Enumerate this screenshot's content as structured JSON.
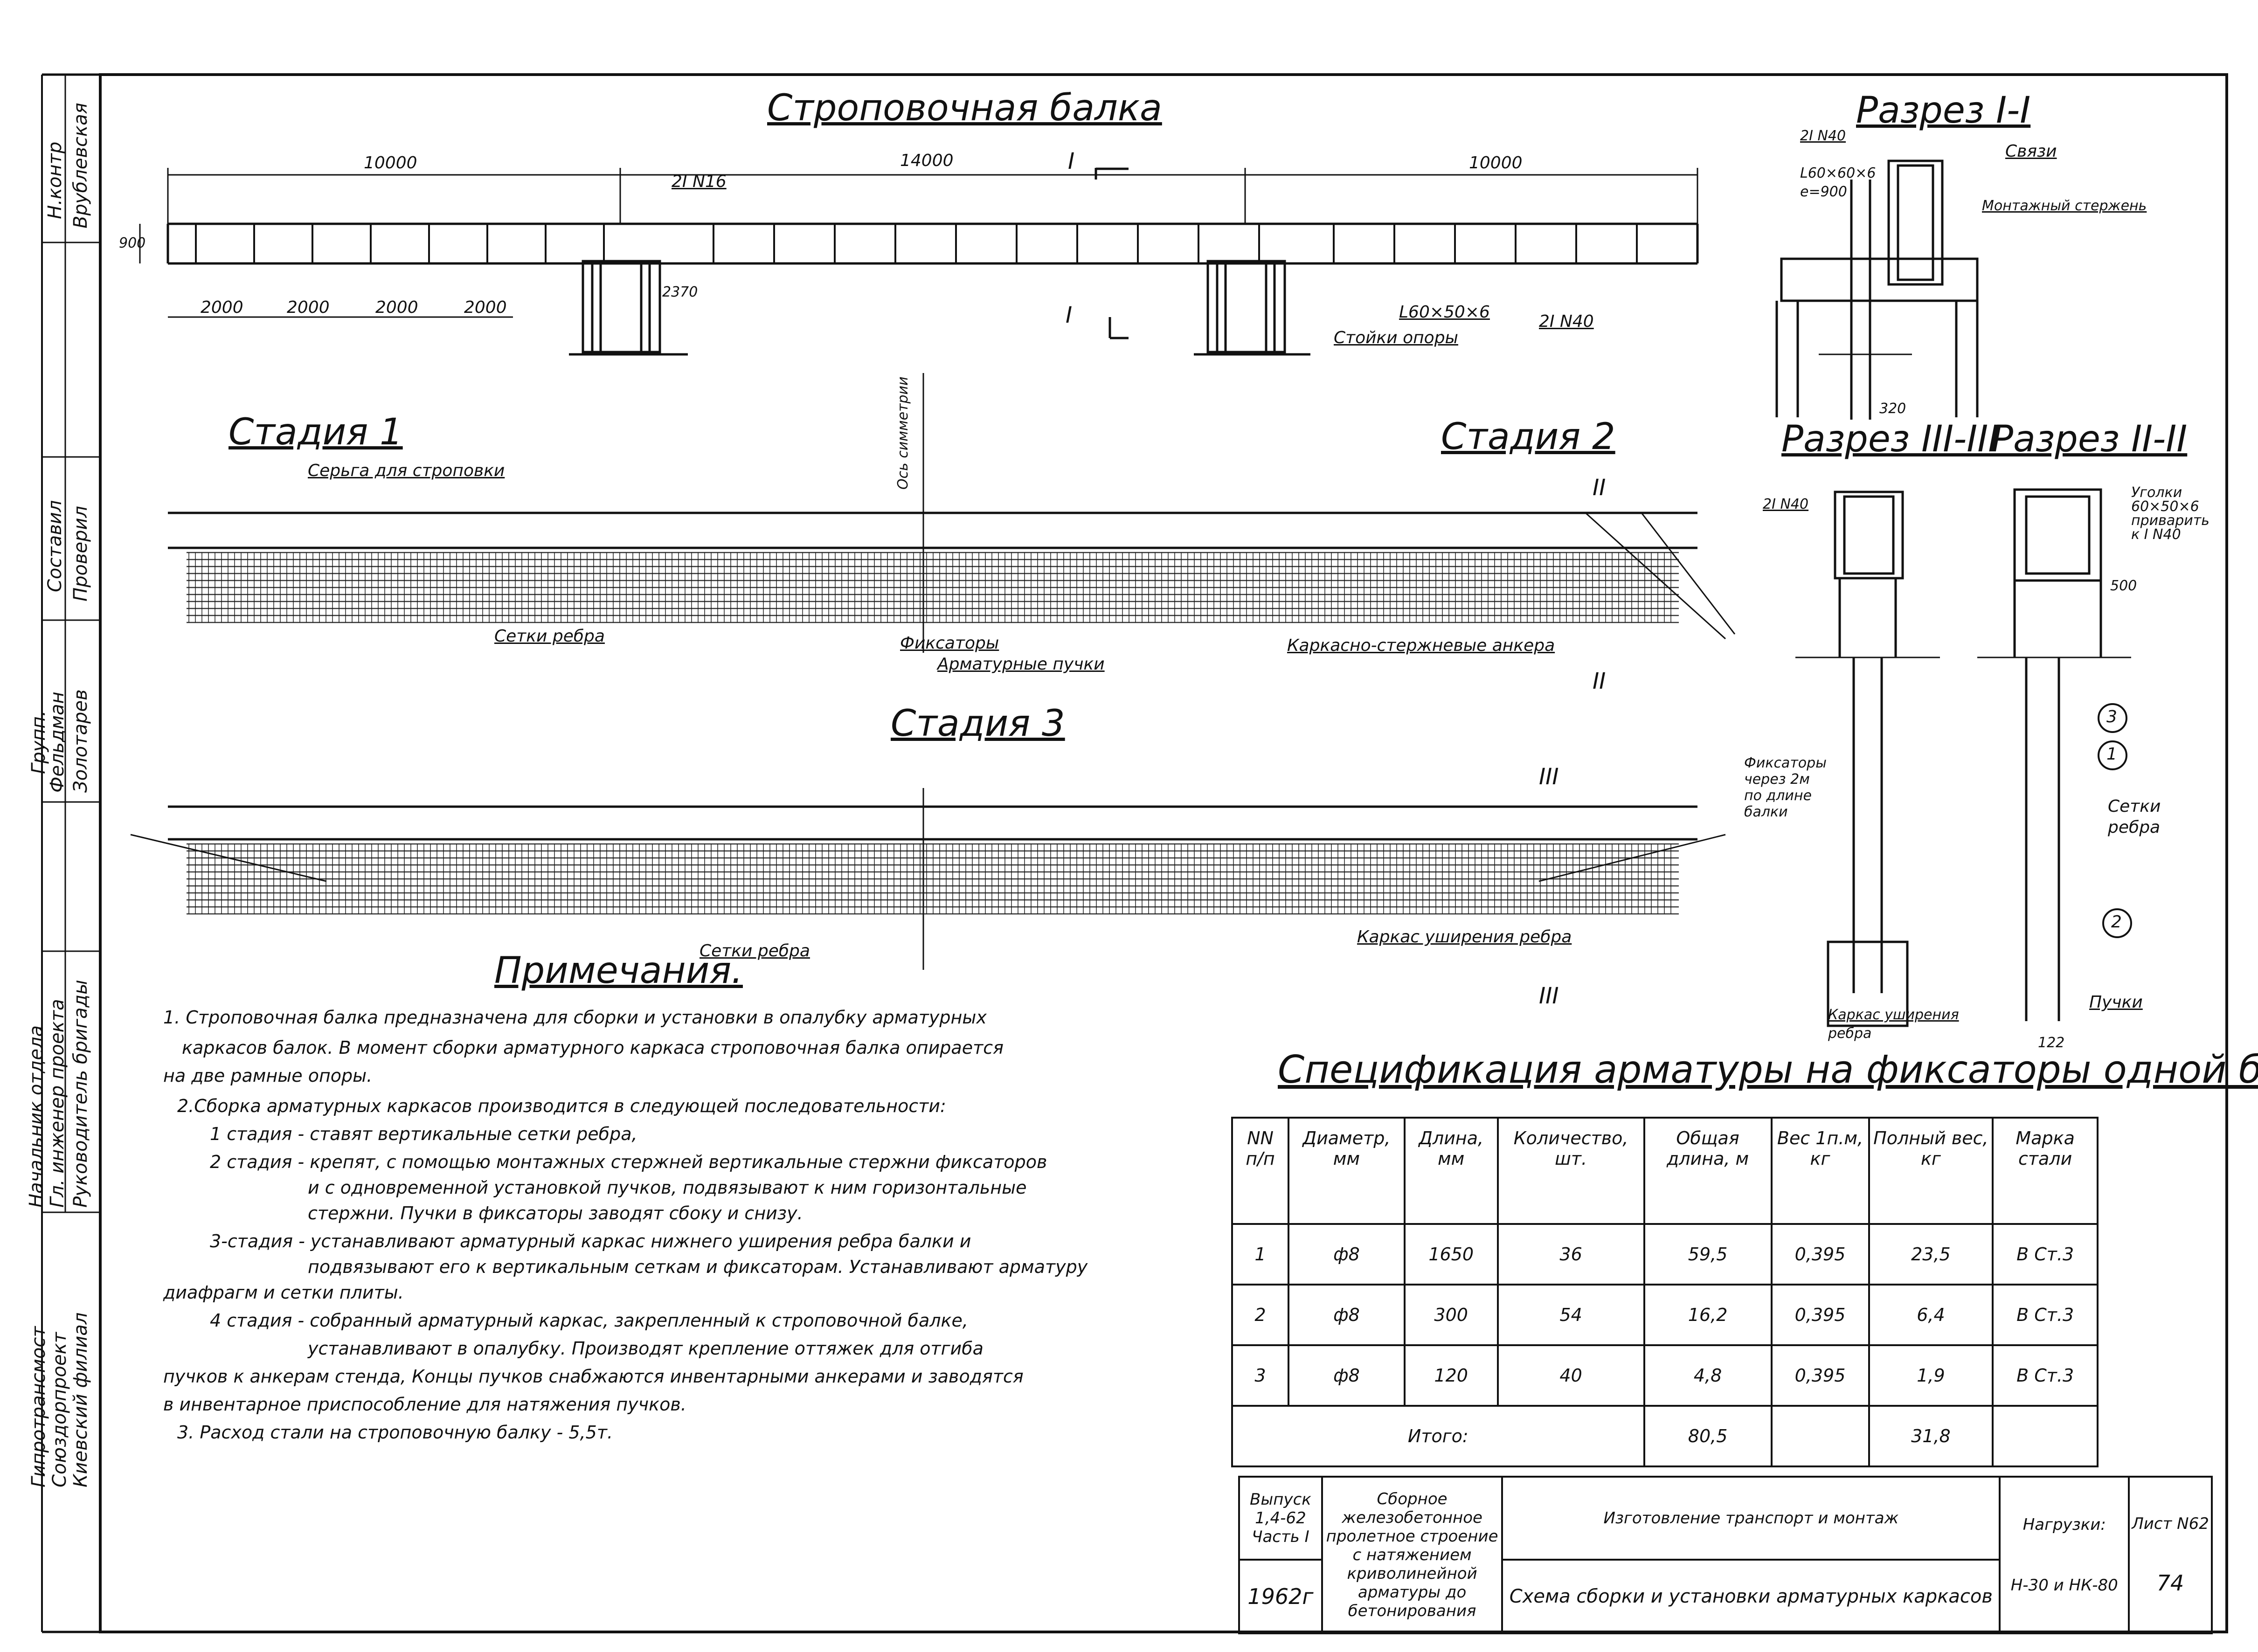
{
  "titles": {
    "main_beam": "Строповочная балка",
    "section_1": "Разрез I-I",
    "section_3": "Разрез III-III",
    "section_2": "Разрез II-II",
    "stage_1": "Стадия 1",
    "stage_2": "Стадия 2",
    "stage_3": "Стадия 3",
    "notes": "Примечания.",
    "spec": "Спецификация арматуры на фиксаторы одной балки"
  },
  "dimensions": {
    "d10000_left": "10000",
    "d14000": "14000",
    "d10000_right": "10000",
    "d2000_1": "2000",
    "d2000_2": "2000",
    "d2000_3": "2000",
    "d2000_4": "2000",
    "d900": "900",
    "d2370": "2370",
    "d320": "320",
    "d500": "500",
    "d122": "122"
  },
  "labels": {
    "i16": "2I N16",
    "i40": "2I N40",
    "angle": "L60×50×6",
    "posts": "Стойки опоры",
    "sec_i40": "2I N40",
    "sec_angle": "L60×60×6",
    "sec_e": "e=900",
    "sec_links": "Связи",
    "sec_rod": "Монтажный стержень",
    "sec1_mark": "I",
    "sec2_mark": "II",
    "sec3_mark": "III",
    "earring": "Серьга для строповки",
    "axis": "Ось симметрии",
    "rib_nets": "Сетки ребра",
    "fixators": "Фиксаторы",
    "bundles": "Арматурные пучки",
    "anchors": "Каркасно-стержневые анкера",
    "rib_nets_3": "Сетки ребра",
    "frame_widen": "Каркас уширения ребра",
    "s3_i40": "2I N40",
    "s3_fix_1": "Фиксаторы",
    "s3_fix_2": "через 2м",
    "s3_fix_3": "по длине",
    "s3_fix_4": "балки",
    "s3_frame_1": "Каркас уширения",
    "s3_frame_2": "ребра",
    "s2_corner_1": "Уголки",
    "s2_corner_2": "60×50×6",
    "s2_corner_3": "приварить",
    "s2_corner_4": "к I N40",
    "s2_nets_1": "Сетки",
    "s2_nets_2": "ребра",
    "s2_bundles": "Пучки",
    "c3": "3",
    "c1": "1",
    "c2": "2"
  },
  "notes": [
    "1. Строповочная балка предназначена для сборки и установки в опалубку арматурных",
    "каркасов балок. В момент сборки арматурного каркаса строповочная балка опирается",
    "на две рамные опоры.",
    "2.Сборка арматурных каркасов производится в следующей последовательности:",
    "1 стадия - ставят вертикальные сетки ребра,",
    "2 стадия - крепят, с помощью монтажных стержней вертикальные стержни фиксаторов",
    "и с одновременной установкой пучков, подвязывают к ним горизонтальные",
    "стержни. Пучки в фиксаторы заводят сбоку и снизу.",
    "3-стадия - устанавливают арматурный каркас нижнего уширения ребра балки и",
    "подвязывают его к вертикальным сеткам и фиксаторам. Устанавливают арматуру",
    "диафрагм и сетки плиты.",
    "4 стадия - собранный арматурный каркас, закрепленный к строповочной балке,",
    "устанавливают в опалубку. Производят крепление оттяжек для отгиба",
    "пучков к анкерам стенда, Концы пучков снабжаются инвентарными анкерами и заводятся",
    "в инвентарное приспособление для натяжения пучков.",
    "3. Расход стали на строповочную балку - 5,5т."
  ],
  "spec": {
    "headers": [
      "NN п/п",
      "Диаметр, мм",
      "Длина, мм",
      "Количество, шт.",
      "Общая длина, м",
      "Вес 1п.м, кг",
      "Полный вес, кг",
      "Марка стали"
    ],
    "rows": [
      [
        "1",
        "ф8",
        "1650",
        "36",
        "59,5",
        "0,395",
        "23,5",
        "В Ст.3"
      ],
      [
        "2",
        "ф8",
        "300",
        "54",
        "16,2",
        "0,395",
        "6,4",
        "В Ст.3"
      ],
      [
        "3",
        "ф8",
        "120",
        "40",
        "4,8",
        "0,395",
        "1,9",
        "В Ст.3"
      ]
    ],
    "total_label": "Итого:",
    "total_length": "80,5",
    "total_weight": "31,8"
  },
  "stamp": {
    "issue": "Выпуск 1,4-62 Часть I",
    "year": "1962г",
    "desc": "Сборное железобетонное пролетное строение с натяжением криволинейной арматуры до бетонирования",
    "section": "Изготовление транспорт и монтаж",
    "title": "Схема сборки и установки арматурных каркасов",
    "loads_label": "Нагрузки:",
    "loads": "Н-30 и НК-80",
    "sheet_label": "Лист N62",
    "sheet_num": "74"
  },
  "sidebar": {
    "inspector": "Н.контр",
    "inspector_name": "Врублевская",
    "compiler": "Составил",
    "checker": "Проверил",
    "group_head": "Групп.",
    "group_name": "Фельдман",
    "group_name2": "Золотарев",
    "dept_head": "Начальник отдела",
    "chief_eng": "Гл. инженер проекта",
    "brigade": "Руководитель бригады",
    "org1": "Гипротрансмост",
    "org2": "Союздорпроект",
    "org3": "Киевский филиал"
  }
}
